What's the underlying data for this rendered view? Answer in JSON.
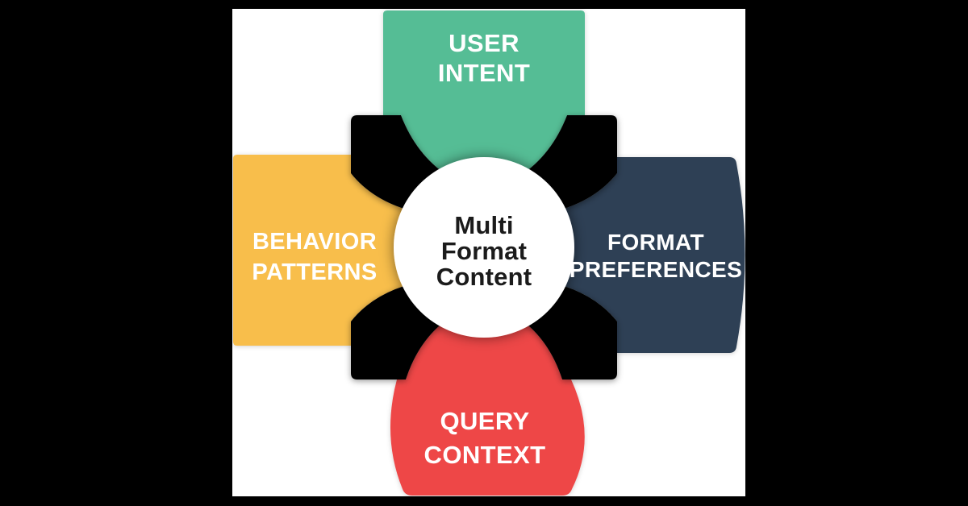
{
  "canvas": {
    "outer_background": "#000000",
    "panel_background": "#ffffff"
  },
  "cross": {
    "color": "#000000"
  },
  "center": {
    "line1": "Multi",
    "line2": "Format",
    "line3": "Content",
    "text_color": "#1b1b1b",
    "circle_color": "#ffffff"
  },
  "petals": {
    "top": {
      "line1": "USER",
      "line2": "INTENT",
      "color": "#55BD95",
      "text_color": "#ffffff"
    },
    "left": {
      "line1": "BEHAVIOR",
      "line2": "PATTERNS",
      "color": "#F8BE4B",
      "text_color": "#ffffff"
    },
    "right": {
      "line1": "FORMAT",
      "line2": "PREFERENCES",
      "color": "#2E4154",
      "text_color": "#ffffff"
    },
    "bottom": {
      "line1": "QUERY",
      "line2": "CONTEXT",
      "color": "#EE4747",
      "text_color": "#ffffff"
    }
  }
}
